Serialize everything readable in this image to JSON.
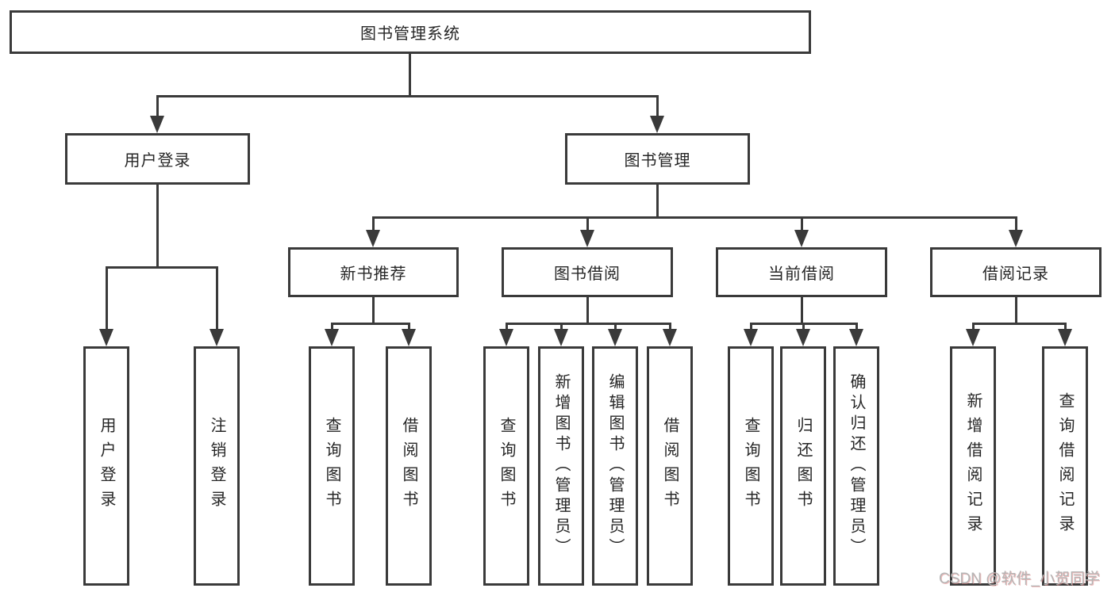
{
  "diagram": {
    "root": {
      "label": "图书管理系统"
    },
    "level2": [
      {
        "label": "用户登录"
      },
      {
        "label": "图书管理"
      }
    ],
    "level3": [
      {
        "label": "新书推荐"
      },
      {
        "label": "图书借阅"
      },
      {
        "label": "当前借阅"
      },
      {
        "label": "借阅记录"
      }
    ],
    "leaves": [
      {
        "label": "用户登录"
      },
      {
        "label": "注销登录"
      },
      {
        "label": "查询图书"
      },
      {
        "label": "借阅图书"
      },
      {
        "label": "查询图书"
      },
      {
        "label": "新增图书（管理员）"
      },
      {
        "label": "编辑图书（管理员）"
      },
      {
        "label": "借阅图书"
      },
      {
        "label": "查询图书"
      },
      {
        "label": "归还图书"
      },
      {
        "label": "确认归还（管理员）"
      },
      {
        "label": "新增借阅记录"
      },
      {
        "label": "查询借阅记录"
      }
    ],
    "watermark": "CSDN @软件_小贺同学",
    "colors": {
      "line": "#3a3a3a",
      "text": "#262626",
      "watermark": "#b5b5b5"
    }
  }
}
